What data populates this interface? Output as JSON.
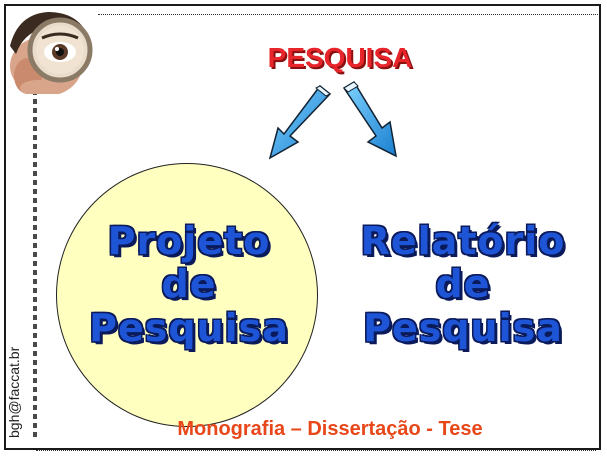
{
  "slide": {
    "title": "PESQUISA",
    "left_block": {
      "lines": [
        "Projeto",
        "de",
        "Pesquisa"
      ]
    },
    "right_block": {
      "lines": [
        "Relatório",
        "de",
        "Pesquisa"
      ]
    },
    "footer": "Monografia – Dissertação - Tese",
    "side_email": "bgh@faccat.br"
  },
  "colors": {
    "title": "#e8252a",
    "block_text": "#1e55d6",
    "ellipse_fill": "#ffffc0",
    "footer": "#e8471a",
    "arrow_fill": "#2fa8e8"
  },
  "icons": {
    "corner": "eye-magnifier-photo",
    "arrows": "down-arrow-icon"
  }
}
